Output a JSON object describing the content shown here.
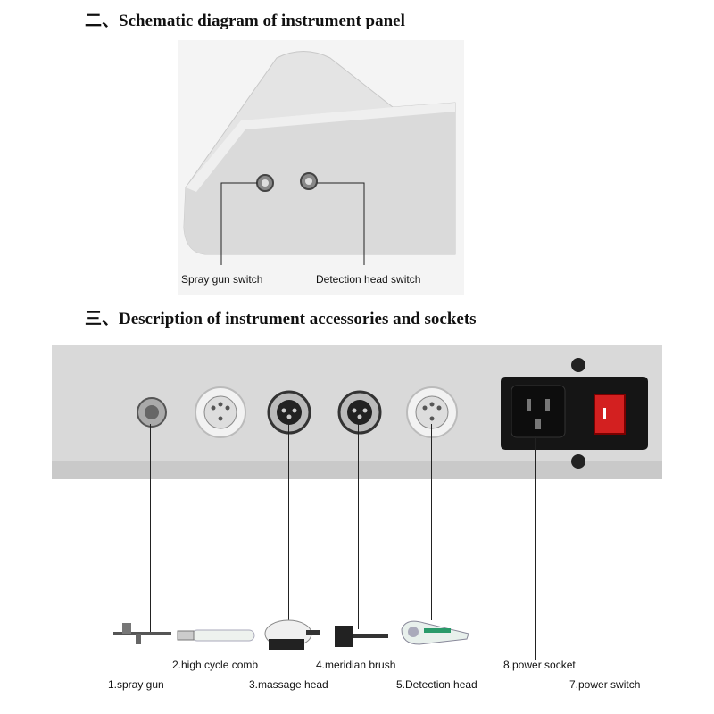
{
  "section2": {
    "title": "二、Schematic diagram of instrument panel"
  },
  "panel_labels": {
    "spray_switch": "Spray gun switch",
    "detection_switch": "Detection head switch"
  },
  "section3": {
    "title": "三、Description of instrument accessories and sockets"
  },
  "accessories": {
    "spray_gun": "1.spray gun",
    "high_cycle_comb": "2.high cycle comb",
    "massage_head": "3.massage head",
    "meridian_brush": "4.meridian brush",
    "detection_head": "5.Detection head",
    "power_socket": "8.power socket",
    "power_switch": "7.power switch"
  }
}
